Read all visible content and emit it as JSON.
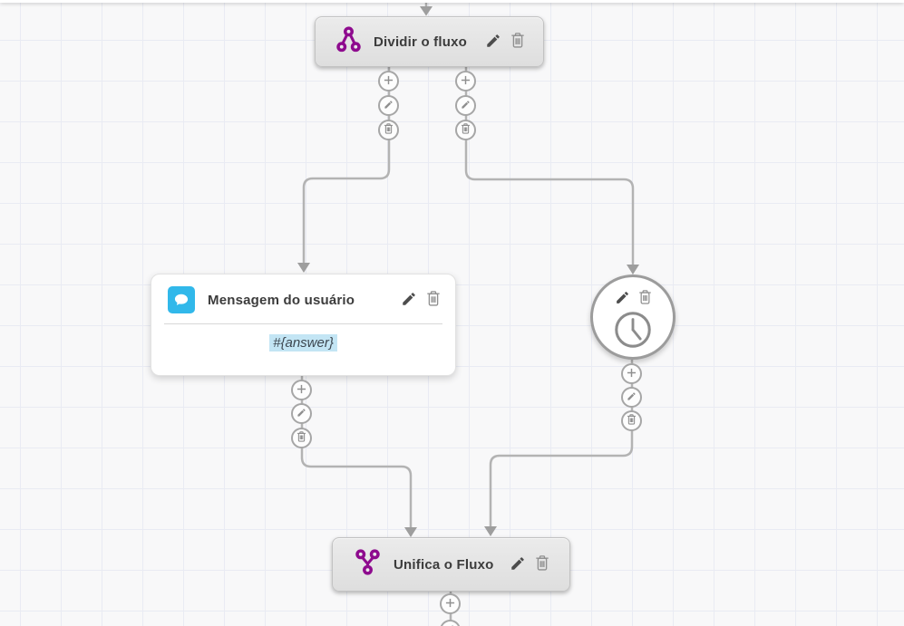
{
  "canvas": {
    "background": "#f8f8f9",
    "grid_line_color": "#e9ebf3",
    "connector_color": "#b3b3b3",
    "arrow_color": "#9e9e9e"
  },
  "palette": {
    "flow_purple": "#8e0b8e",
    "chat_blue": "#31b8ea",
    "highlight_blue": "#c3e5f4",
    "node_gray": "#e4e4e4"
  },
  "nodes": {
    "split": {
      "title": "Dividir o fluxo",
      "icon": "split-flow-icon",
      "actions": [
        "edit",
        "delete"
      ]
    },
    "user_message": {
      "title": "Mensagem do usuário",
      "icon": "chat-bubble-icon",
      "body": "#{answer}",
      "actions": [
        "edit",
        "delete"
      ]
    },
    "timer": {
      "icon": "clock-icon",
      "actions": [
        "edit",
        "delete"
      ]
    },
    "merge": {
      "title": "Unifica o Fluxo",
      "icon": "merge-flow-icon",
      "actions": [
        "edit",
        "delete"
      ]
    }
  },
  "port_stacks": {
    "actions": [
      "add",
      "edit",
      "delete"
    ]
  }
}
